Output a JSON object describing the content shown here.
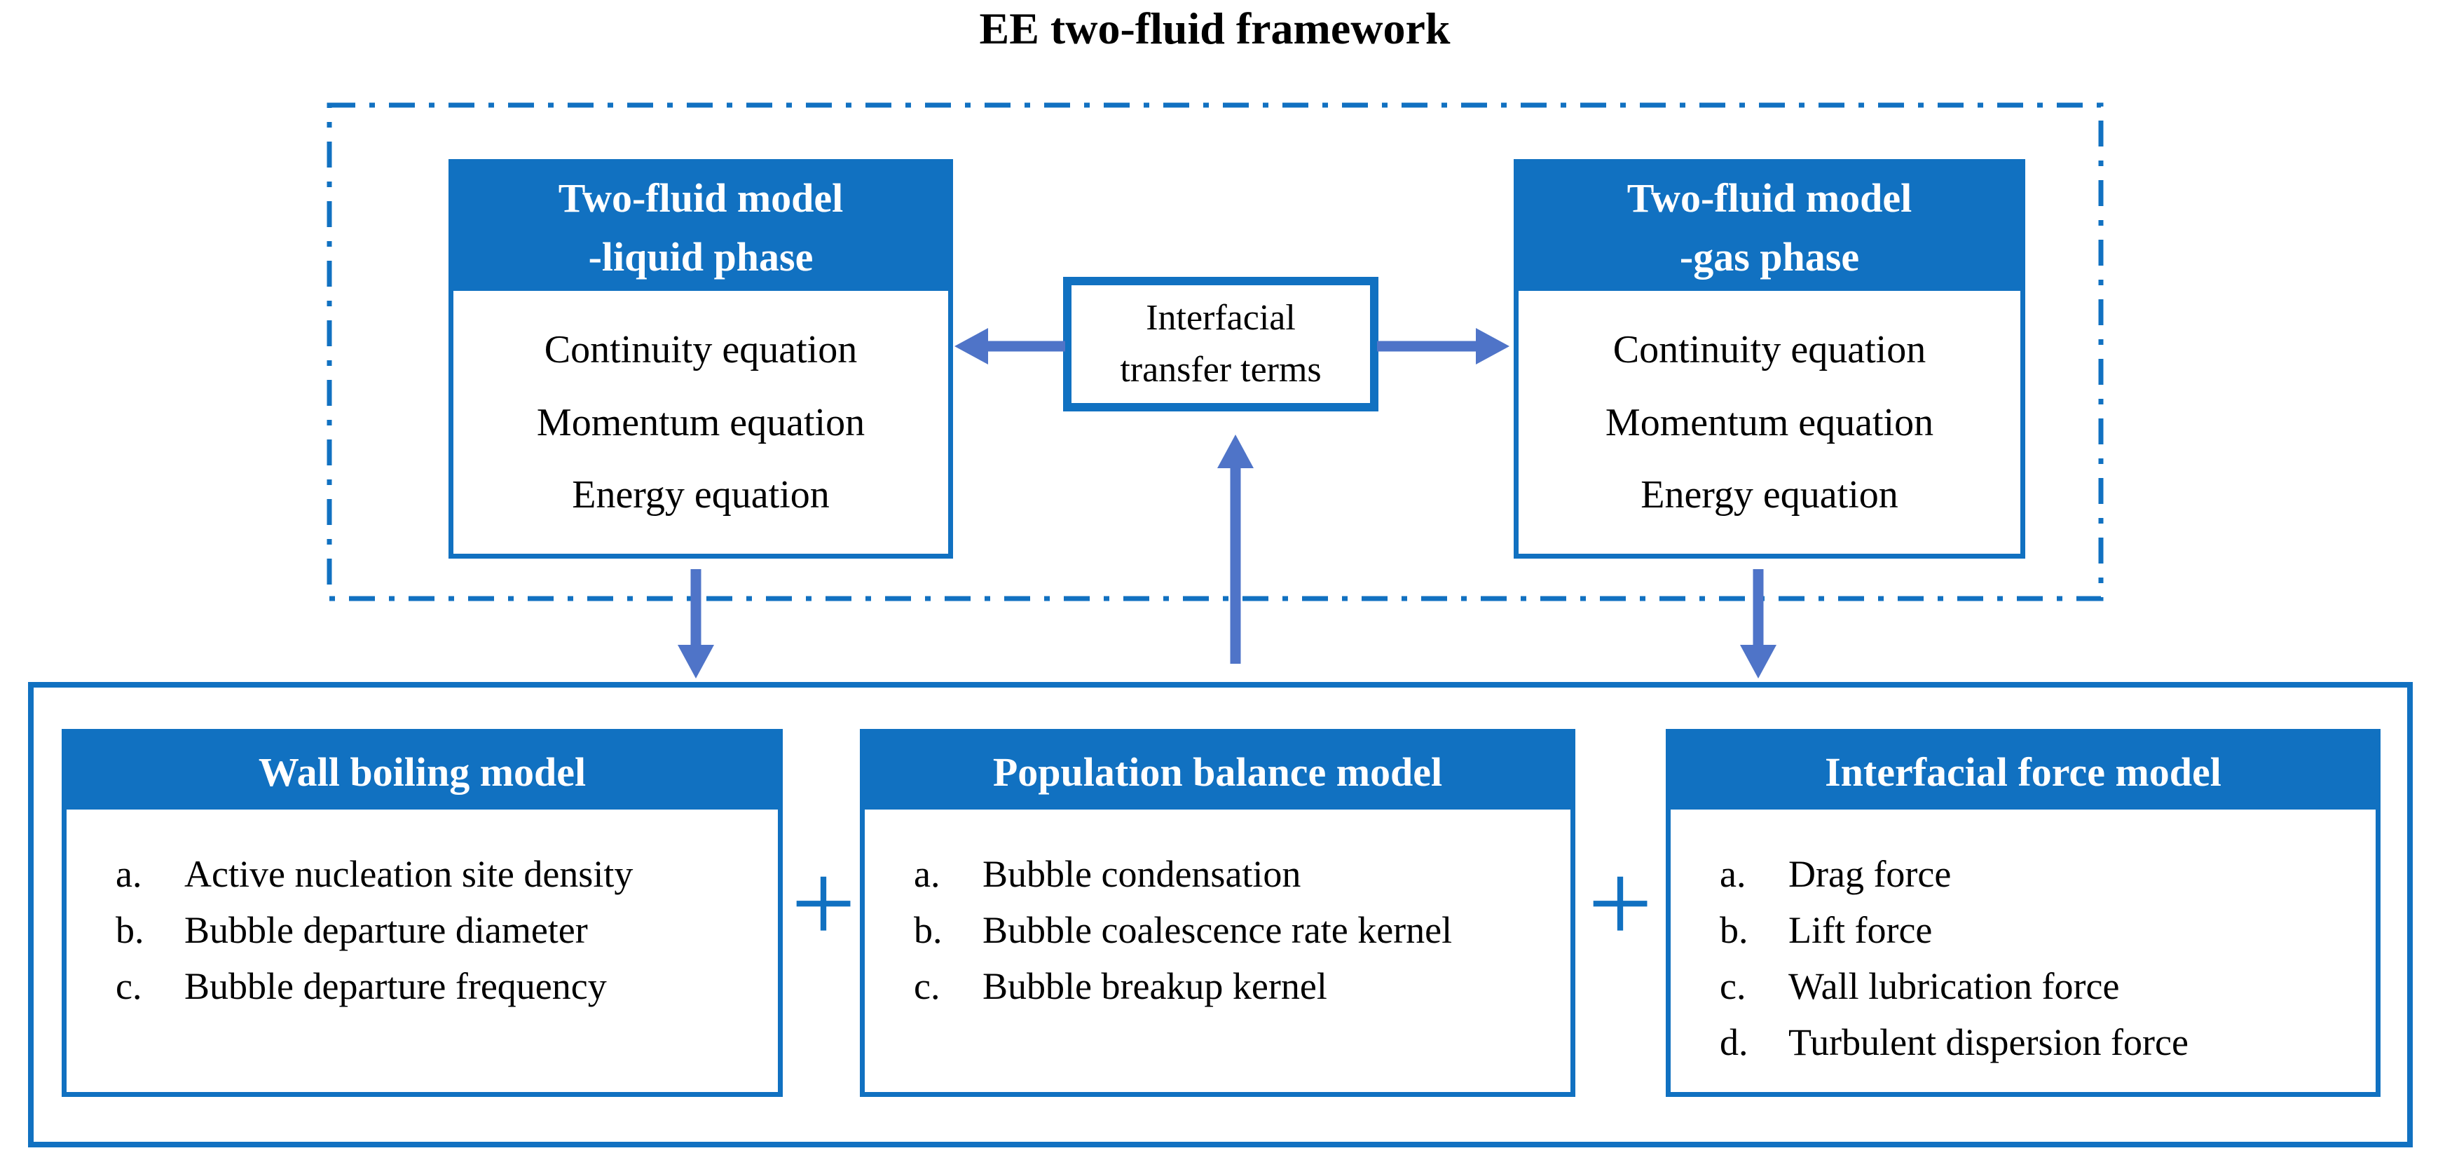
{
  "title": "EE two-fluid framework",
  "colors": {
    "primary": "#1171c1",
    "arrow": "#4f74c8",
    "text": "#000000",
    "headerText": "#ffffff",
    "background": "#ffffff"
  },
  "two_fluid": {
    "liquid": {
      "header_line1": "Two-fluid model",
      "header_line2": "-liquid phase",
      "equations": [
        "Continuity equation",
        "Momentum equation",
        "Energy equation"
      ]
    },
    "gas": {
      "header_line1": "Two-fluid model",
      "header_line2": "-gas phase",
      "equations": [
        "Continuity equation",
        "Momentum equation",
        "Energy equation"
      ]
    },
    "interfacial": {
      "line1": "Interfacial",
      "line2": "transfer terms"
    }
  },
  "submodels": {
    "wall_boiling": {
      "title": "Wall boiling model",
      "items": [
        {
          "m": "a.",
          "t": "Active nucleation site density"
        },
        {
          "m": "b.",
          "t": "Bubble departure diameter"
        },
        {
          "m": "c.",
          "t": "Bubble departure frequency"
        }
      ]
    },
    "population_balance": {
      "title": "Population balance model",
      "items": [
        {
          "m": "a.",
          "t": "Bubble condensation"
        },
        {
          "m": "b.",
          "t": "Bubble coalescence rate kernel"
        },
        {
          "m": "c.",
          "t": "Bubble breakup kernel"
        }
      ]
    },
    "interfacial_force": {
      "title": "Interfacial force model",
      "items": [
        {
          "m": "a.",
          "t": "Drag force"
        },
        {
          "m": "b.",
          "t": "Lift force"
        },
        {
          "m": "c.",
          "t": "Wall lubrication force"
        },
        {
          "m": "d.",
          "t": "Turbulent dispersion force"
        }
      ]
    }
  },
  "operators": {
    "plus": "+"
  }
}
